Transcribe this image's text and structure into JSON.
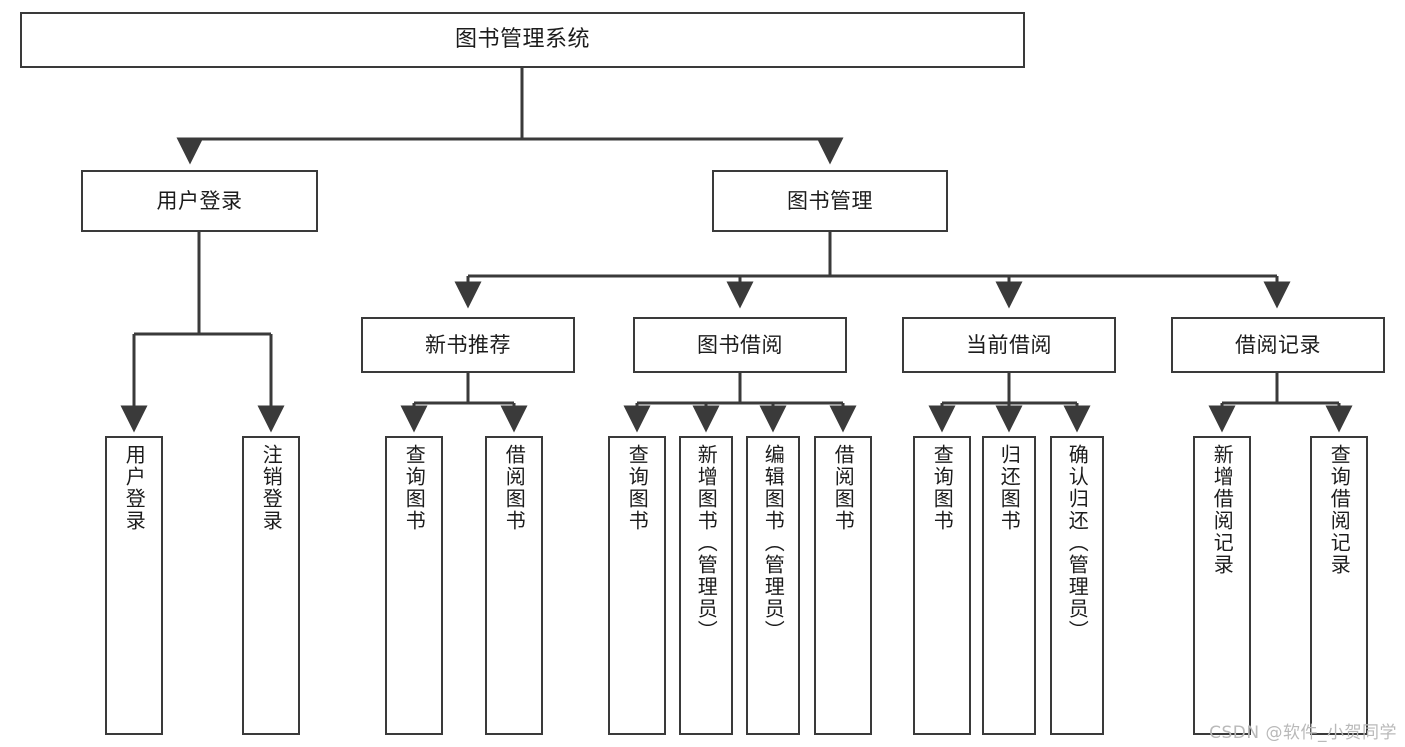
{
  "diagram": {
    "title": "图书管理系统",
    "type": "tree",
    "root": {
      "label": "图书管理系统"
    },
    "level2": [
      {
        "id": "user-login",
        "label": "用户登录"
      },
      {
        "id": "book-manage",
        "label": "图书管理"
      }
    ],
    "level3": [
      {
        "id": "new-book-recommend",
        "label": "新书推荐",
        "parent": "book-manage"
      },
      {
        "id": "book-borrow",
        "label": "图书借阅",
        "parent": "book-manage"
      },
      {
        "id": "current-borrow",
        "label": "当前借阅",
        "parent": "book-manage"
      },
      {
        "id": "borrow-record",
        "label": "借阅记录",
        "parent": "book-manage"
      }
    ],
    "leaves": [
      {
        "id": "leaf-user-login",
        "label": "用户登录",
        "parent": "user-login"
      },
      {
        "id": "leaf-logout-login",
        "label": "注销登录",
        "parent": "user-login"
      },
      {
        "id": "leaf-query-book-1",
        "label": "查询图书",
        "parent": "new-book-recommend"
      },
      {
        "id": "leaf-borrow-book-1",
        "label": "借阅图书",
        "parent": "new-book-recommend"
      },
      {
        "id": "leaf-query-book-2",
        "label": "查询图书",
        "parent": "book-borrow"
      },
      {
        "id": "leaf-add-book",
        "label": "新增图书（管理员）",
        "parent": "book-borrow"
      },
      {
        "id": "leaf-edit-book",
        "label": "编辑图书（管理员）",
        "parent": "book-borrow"
      },
      {
        "id": "leaf-borrow-book-2",
        "label": "借阅图书",
        "parent": "book-borrow"
      },
      {
        "id": "leaf-query-book-3",
        "label": "查询图书",
        "parent": "current-borrow"
      },
      {
        "id": "leaf-return-book",
        "label": "归还图书",
        "parent": "current-borrow"
      },
      {
        "id": "leaf-confirm-return",
        "label": "确认归还（管理员）",
        "parent": "current-borrow"
      },
      {
        "id": "leaf-add-record",
        "label": "新增借阅记录",
        "parent": "borrow-record"
      },
      {
        "id": "leaf-query-record",
        "label": "查询借阅记录",
        "parent": "borrow-record"
      }
    ]
  },
  "watermark": {
    "text": "CSDN @软件_小贺同学"
  },
  "colors": {
    "box_border": "#3a3a3a",
    "box_fill": "#ffffff",
    "line": "#3a3a3a",
    "text": "#1c1c1c",
    "watermark": "#b9b9b9",
    "background": "#ffffff"
  }
}
